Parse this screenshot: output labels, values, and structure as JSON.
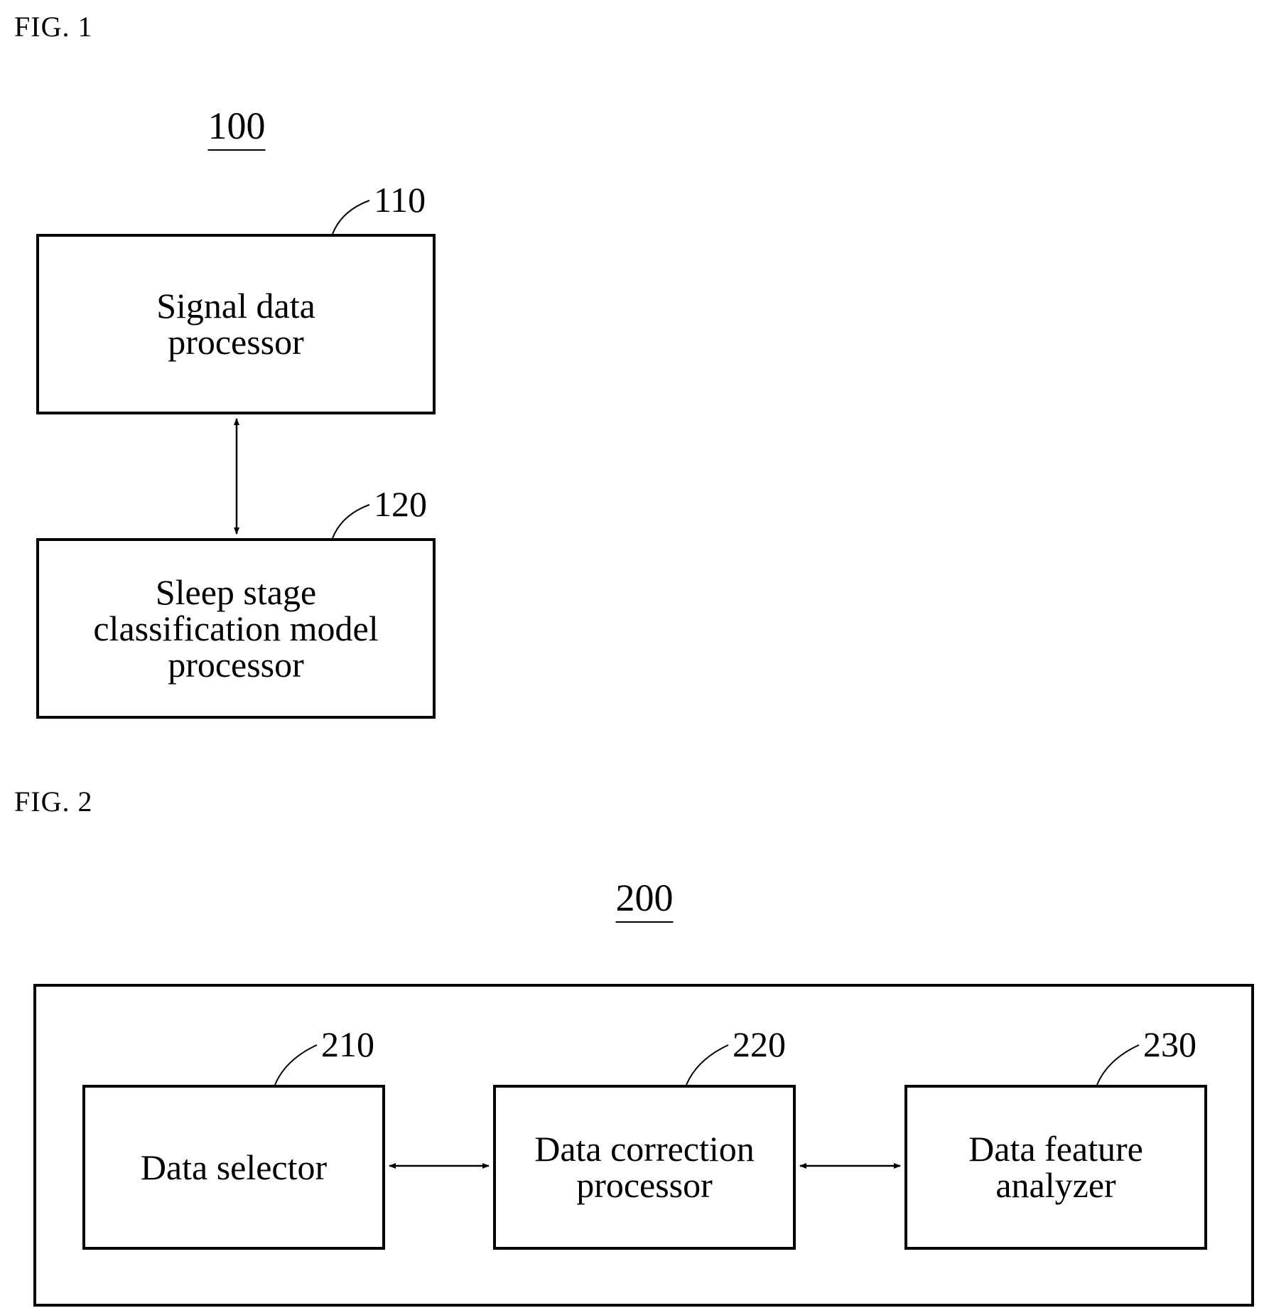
{
  "fig1": {
    "label": "FIG. 1",
    "ref": "100",
    "blocks": [
      {
        "ref": "110",
        "text": "Signal data\nprocessor"
      },
      {
        "ref": "120",
        "text": "Sleep stage\nclassification model\nprocessor"
      }
    ]
  },
  "fig2": {
    "label": "FIG. 2",
    "ref": "200",
    "blocks": [
      {
        "ref": "210",
        "text": "Data selector"
      },
      {
        "ref": "220",
        "text": "Data correction\nprocessor"
      },
      {
        "ref": "230",
        "text": "Data feature\nanalyzer"
      }
    ]
  }
}
